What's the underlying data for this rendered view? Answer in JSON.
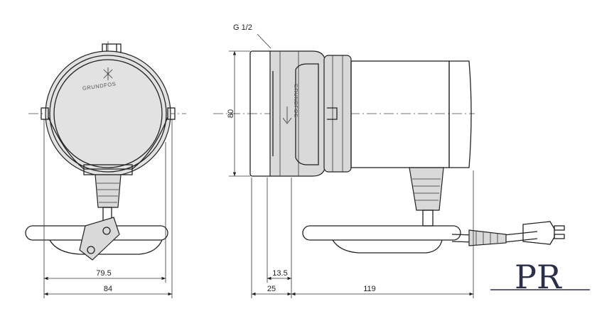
{
  "labels": {
    "thread": "G 1/2",
    "height": "80",
    "width_inner": "79.5",
    "width_outer": "84",
    "offset_small": "13.5",
    "offset_port": "25",
    "length_motor": "119"
  },
  "brand": {
    "name": "GRUNDFOS"
  },
  "watermark": {
    "text": "PR"
  },
  "colors": {
    "line": "#222222",
    "shade": "#d9d9d9",
    "watermark": "#2c2f4a"
  }
}
